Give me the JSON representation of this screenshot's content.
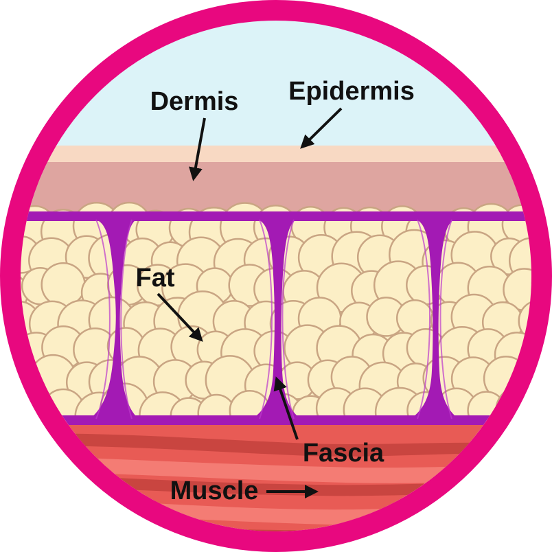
{
  "labels": {
    "dermis": "Dermis",
    "epidermis": "Epidermis",
    "fat": "Fat",
    "fascia": "Fascia",
    "muscle": "Muscle"
  },
  "colors": {
    "ring": "#e8087f",
    "sky": "#dcf3f8",
    "epidermis": "#f8d9c3",
    "dermis": "#dea5a0",
    "fat_fill": "#fcefc6",
    "fat_stroke": "#c9a583",
    "fascia": "#a31ab4",
    "muscle_dark": "#c94540",
    "muscle_mid": "#e85b55",
    "muscle_light": "#f47c74",
    "arrow": "#111111"
  }
}
